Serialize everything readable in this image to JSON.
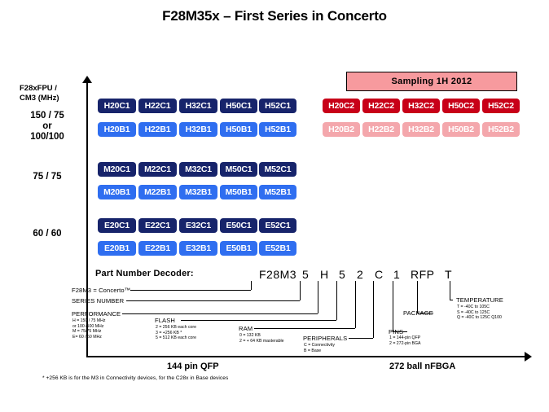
{
  "slide": {
    "title": "F28M35x – First Series in Concerto"
  },
  "axes": {
    "y_label": "F28xFPU / CM3 (MHz)",
    "y_ticks": [
      {
        "id": "high",
        "label": "150 / 75\nor\n100/100"
      },
      {
        "id": "mid",
        "label": "75 / 75"
      },
      {
        "id": "low",
        "label": "60 / 60"
      }
    ],
    "x_labels": [
      {
        "id": "qfp",
        "label": "144 pin QFP"
      },
      {
        "id": "bga",
        "label": "272 ball nFBGA"
      }
    ]
  },
  "sampling_banner": {
    "label": "Sampling  1H 2012",
    "fill": "#f79a9e",
    "border": "#000000"
  },
  "colors": {
    "connectivity_qfp": "#17246b",
    "base_qfp": "#2f6ef0",
    "connectivity_bga": "#c80018",
    "base_bga": "#f4a7ac"
  },
  "device_rows": [
    {
      "id": "h-c1",
      "variant": "c-dark",
      "group": "high",
      "package": "qfp",
      "devices": [
        "H20C1",
        "H22C1",
        "H32C1",
        "H50C1",
        "H52C1"
      ]
    },
    {
      "id": "h-b1",
      "variant": "c-blue",
      "group": "high",
      "package": "qfp",
      "devices": [
        "H20B1",
        "H22B1",
        "H32B1",
        "H50B1",
        "H52B1"
      ]
    },
    {
      "id": "m-c1",
      "variant": "c-dark",
      "group": "mid",
      "package": "qfp",
      "devices": [
        "M20C1",
        "M22C1",
        "M32C1",
        "M50C1",
        "M52C1"
      ]
    },
    {
      "id": "m-b1",
      "variant": "c-blue",
      "group": "mid",
      "package": "qfp",
      "devices": [
        "M20B1",
        "M22B1",
        "M32B1",
        "M50B1",
        "M52B1"
      ]
    },
    {
      "id": "e-c1",
      "variant": "c-dark",
      "group": "low",
      "package": "qfp",
      "devices": [
        "E20C1",
        "E22C1",
        "E32C1",
        "E50C1",
        "E52C1"
      ]
    },
    {
      "id": "e-b1",
      "variant": "c-blue",
      "group": "low",
      "package": "qfp",
      "devices": [
        "E20B1",
        "E22B1",
        "E32B1",
        "E50B1",
        "E52B1"
      ]
    },
    {
      "id": "h-c2",
      "variant": "c-red",
      "group": "high",
      "package": "bga",
      "devices": [
        "H20C2",
        "H22C2",
        "H32C2",
        "H50C2",
        "H52C2"
      ]
    },
    {
      "id": "h-b2",
      "variant": "c-pink",
      "group": "high",
      "package": "bga",
      "devices": [
        "H20B2",
        "H22B2",
        "H32B2",
        "H50B2",
        "H52B2"
      ]
    }
  ],
  "decoder": {
    "title": "Part Number Decoder:",
    "part_number": [
      "F28M3",
      "5",
      "H",
      "5",
      "2",
      "C",
      "1",
      "RFP",
      "T"
    ],
    "fields": [
      {
        "id": "prefix",
        "heading": "F28M3 = Concerto™",
        "items": []
      },
      {
        "id": "series",
        "heading": "SERIES NUMBER",
        "items": []
      },
      {
        "id": "performance",
        "heading": "PERFORMANCE",
        "items": [
          "H = 150 / 75  MHz",
          "or 100 /100 MHz",
          "M = 75/75 MHz",
          "E= 60 / 60 MHz"
        ]
      },
      {
        "id": "flash",
        "heading": "FLASH",
        "items": [
          "2 = 256 KB each core",
          "3 = +256 KB *",
          "5 = 512 KB each core"
        ]
      },
      {
        "id": "ram",
        "heading": "RAM",
        "items": [
          "0 = 132 KB",
          "2 = + 64 KB masterable"
        ]
      },
      {
        "id": "peripherals",
        "heading": "PERIPHERALS",
        "items": [
          "C = Connectivity",
          "B = Base"
        ]
      },
      {
        "id": "pins",
        "heading": "PINS",
        "items": [
          "1 = 144-pin QFP",
          "2 = 272-pin BGA"
        ]
      },
      {
        "id": "package",
        "heading": "PACKAGE",
        "items": []
      },
      {
        "id": "temperature",
        "heading": "TEMPERATURE",
        "items": [
          "T = -40C to 105C",
          "S = -40C to 125C",
          "Q = -40C to 125C Q100"
        ]
      }
    ]
  },
  "footnote": "* +256 KB is for the M3 in Connectivity devices, for the C28x in Base devices"
}
